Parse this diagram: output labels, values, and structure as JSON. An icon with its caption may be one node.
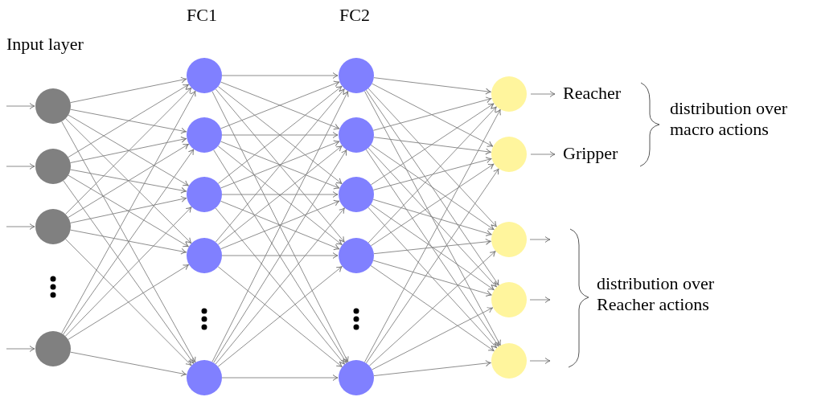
{
  "diagram": {
    "nodes": [
      {
        "text": [],
        "shape": "circle"
      },
      {
        "text": [],
        "shape": "circle"
      },
      {
        "text": [],
        "shape": "circle"
      },
      {
        "text": [],
        "shape": "circle"
      },
      {
        "text": [],
        "shape": "circle"
      },
      {
        "text": [],
        "shape": "circle"
      },
      {
        "text": [],
        "shape": "circle"
      },
      {
        "text": [],
        "shape": "circle"
      },
      {
        "text": [],
        "shape": "circle"
      },
      {
        "text": [],
        "shape": "circle"
      },
      {
        "text": [],
        "shape": "circle"
      },
      {
        "text": [],
        "shape": "circle"
      },
      {
        "text": [],
        "shape": "circle"
      },
      {
        "text": [],
        "shape": "circle"
      },
      {
        "text": [],
        "shape": "circle"
      },
      {
        "text": [],
        "shape": "circle"
      },
      {
        "text": [],
        "shape": "circle"
      },
      {
        "text": [],
        "shape": "circle"
      },
      {
        "text": [],
        "shape": "circle"
      },
      {
        "text": [
          "Reacher"
        ]
      },
      {
        "text": [
          "Gripper"
        ]
      }
    ],
    "edges": [
      {
        "from": null,
        "to": 0,
        "arrow": "to"
      },
      {
        "from": null,
        "to": 1,
        "arrow": "to"
      },
      {
        "from": null,
        "to": 2,
        "arrow": "to"
      },
      {
        "from": null,
        "to": 3,
        "arrow": "to"
      },
      {
        "from": 0,
        "to": 4,
        "arrow": "to"
      },
      {
        "from": 0,
        "to": 5,
        "arrow": "to"
      },
      {
        "from": 0,
        "to": 6,
        "arrow": "to"
      },
      {
        "from": 0,
        "to": 7,
        "arrow": "to"
      },
      {
        "from": 0,
        "to": 8,
        "arrow": "to"
      },
      {
        "from": 1,
        "to": 4,
        "arrow": "to"
      },
      {
        "from": 1,
        "to": 5,
        "arrow": "to"
      },
      {
        "from": 1,
        "to": 6,
        "arrow": "to"
      },
      {
        "from": 1,
        "to": 7,
        "arrow": "to"
      },
      {
        "from": 1,
        "to": 8,
        "arrow": "to"
      },
      {
        "from": 2,
        "to": 4,
        "arrow": "to"
      },
      {
        "from": 2,
        "to": 5,
        "arrow": "to"
      },
      {
        "from": 2,
        "to": 6,
        "arrow": "to"
      },
      {
        "from": 2,
        "to": 7,
        "arrow": "to"
      },
      {
        "from": 2,
        "to": 8,
        "arrow": "to"
      },
      {
        "from": 3,
        "to": 4,
        "arrow": "to"
      },
      {
        "from": 3,
        "to": 5,
        "arrow": "to"
      },
      {
        "from": 3,
        "to": 6,
        "arrow": "to"
      },
      {
        "from": 3,
        "to": 7,
        "arrow": "to"
      },
      {
        "from": 3,
        "to": 8,
        "arrow": "to"
      },
      {
        "from": 4,
        "to": 9,
        "arrow": "to"
      },
      {
        "from": 4,
        "to": 10,
        "arrow": "to"
      },
      {
        "from": 4,
        "to": 11,
        "arrow": "to"
      },
      {
        "from": 4,
        "to": 12,
        "arrow": "to"
      },
      {
        "from": 4,
        "to": 13,
        "arrow": "to"
      },
      {
        "from": 5,
        "to": 9,
        "arrow": "to"
      },
      {
        "from": 5,
        "to": 10,
        "arrow": "to"
      },
      {
        "from": 5,
        "to": 11,
        "arrow": "to"
      },
      {
        "from": 5,
        "to": 12,
        "arrow": "to"
      },
      {
        "from": 5,
        "to": 13,
        "arrow": "to"
      },
      {
        "from": 6,
        "to": 9,
        "arrow": "to"
      },
      {
        "from": 6,
        "to": 10,
        "arrow": "to"
      },
      {
        "from": 6,
        "to": 11,
        "arrow": "to"
      },
      {
        "from": 6,
        "to": 12,
        "arrow": "to"
      },
      {
        "from": 6,
        "to": 13,
        "arrow": "to"
      },
      {
        "from": 7,
        "to": 9,
        "arrow": "to"
      },
      {
        "from": 7,
        "to": 10,
        "arrow": "to"
      },
      {
        "from": 7,
        "to": 11,
        "arrow": "to"
      },
      {
        "from": 7,
        "to": 12,
        "arrow": "to"
      },
      {
        "from": 7,
        "to": 13,
        "arrow": "to"
      },
      {
        "from": 8,
        "to": 9,
        "arrow": "to"
      },
      {
        "from": 8,
        "to": 10,
        "arrow": "to"
      },
      {
        "from": 8,
        "to": 11,
        "arrow": "to"
      },
      {
        "from": 8,
        "to": 12,
        "arrow": "to"
      },
      {
        "from": 8,
        "to": 13,
        "arrow": "to"
      },
      {
        "from": 9,
        "to": 14,
        "arrow": "to"
      },
      {
        "from": 9,
        "to": 15,
        "arrow": "to"
      },
      {
        "from": 9,
        "to": 16,
        "arrow": "to"
      },
      {
        "from": 9,
        "to": 17,
        "arrow": "to"
      },
      {
        "from": 9,
        "to": 18,
        "arrow": "to"
      },
      {
        "from": 10,
        "to": 14,
        "arrow": "to"
      },
      {
        "from": 10,
        "to": 15,
        "arrow": "to"
      },
      {
        "from": 10,
        "to": 16,
        "arrow": "to"
      },
      {
        "from": 10,
        "to": 17,
        "arrow": "to"
      },
      {
        "from": 10,
        "to": 18,
        "arrow": "to"
      },
      {
        "from": 11,
        "to": 14,
        "arrow": "to"
      },
      {
        "from": 11,
        "to": 15,
        "arrow": "to"
      },
      {
        "from": 11,
        "to": 16,
        "arrow": "to"
      },
      {
        "from": 11,
        "to": 17,
        "arrow": "to"
      },
      {
        "from": 11,
        "to": 18,
        "arrow": "to"
      },
      {
        "from": 12,
        "to": 14,
        "arrow": "to"
      },
      {
        "from": 12,
        "to": 15,
        "arrow": "to"
      },
      {
        "from": 12,
        "to": 16,
        "arrow": "to"
      },
      {
        "from": 12,
        "to": 17,
        "arrow": "to"
      },
      {
        "from": 12,
        "to": 18,
        "arrow": "to"
      },
      {
        "from": 13,
        "to": 14,
        "arrow": "to"
      },
      {
        "from": 13,
        "to": 15,
        "arrow": "to"
      },
      {
        "from": 13,
        "to": 16,
        "arrow": "to"
      },
      {
        "from": 13,
        "to": 17,
        "arrow": "to"
      },
      {
        "from": 13,
        "to": 18,
        "arrow": "to"
      },
      {
        "from": 14,
        "to": 19,
        "arrow": "to"
      },
      {
        "from": 15,
        "to": 20,
        "arrow": "to"
      },
      {
        "from": 16,
        "to": null,
        "arrow": "to"
      },
      {
        "from": 17,
        "to": null,
        "arrow": "to"
      },
      {
        "from": 18,
        "to": null,
        "arrow": "to"
      }
    ],
    "labels": [
      "FC1",
      "FC2",
      "Input layer",
      "distribution over macro actions",
      "distribution over Reacher actions"
    ]
  }
}
